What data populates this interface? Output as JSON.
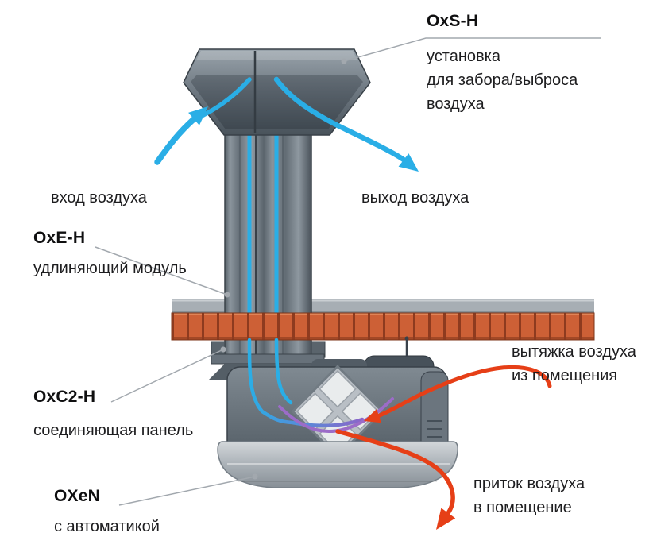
{
  "labels": {
    "oxsh": {
      "title": "OxS-H",
      "line1": "установка",
      "line2": "для забора/выброса",
      "line3": "воздуха"
    },
    "air_in": "вход воздуха",
    "air_out": "выход воздуха",
    "oxeh": {
      "title": "OxE-H",
      "subtitle": "удлиняющий модуль"
    },
    "oxc2h": {
      "title": "OxC2-H",
      "subtitle": "соединяющая панель"
    },
    "oxen": {
      "title": "OXeN",
      "subtitle": "с автоматикой"
    },
    "exhaust": {
      "line1": "вытяжка воздуха",
      "line2": "из помещения"
    },
    "supply": {
      "line1": "приток воздуха",
      "line2": "в помещение"
    }
  },
  "colors": {
    "fresh_air_flow": "#2aaee6",
    "room_air_flow": "#e63f17",
    "mixed_flow": "#9c6cc8",
    "roof_brick": "#cd6036",
    "metal_duct": "#6b757d",
    "leader_line": "#a2a8ae",
    "background": "#ffffff"
  }
}
